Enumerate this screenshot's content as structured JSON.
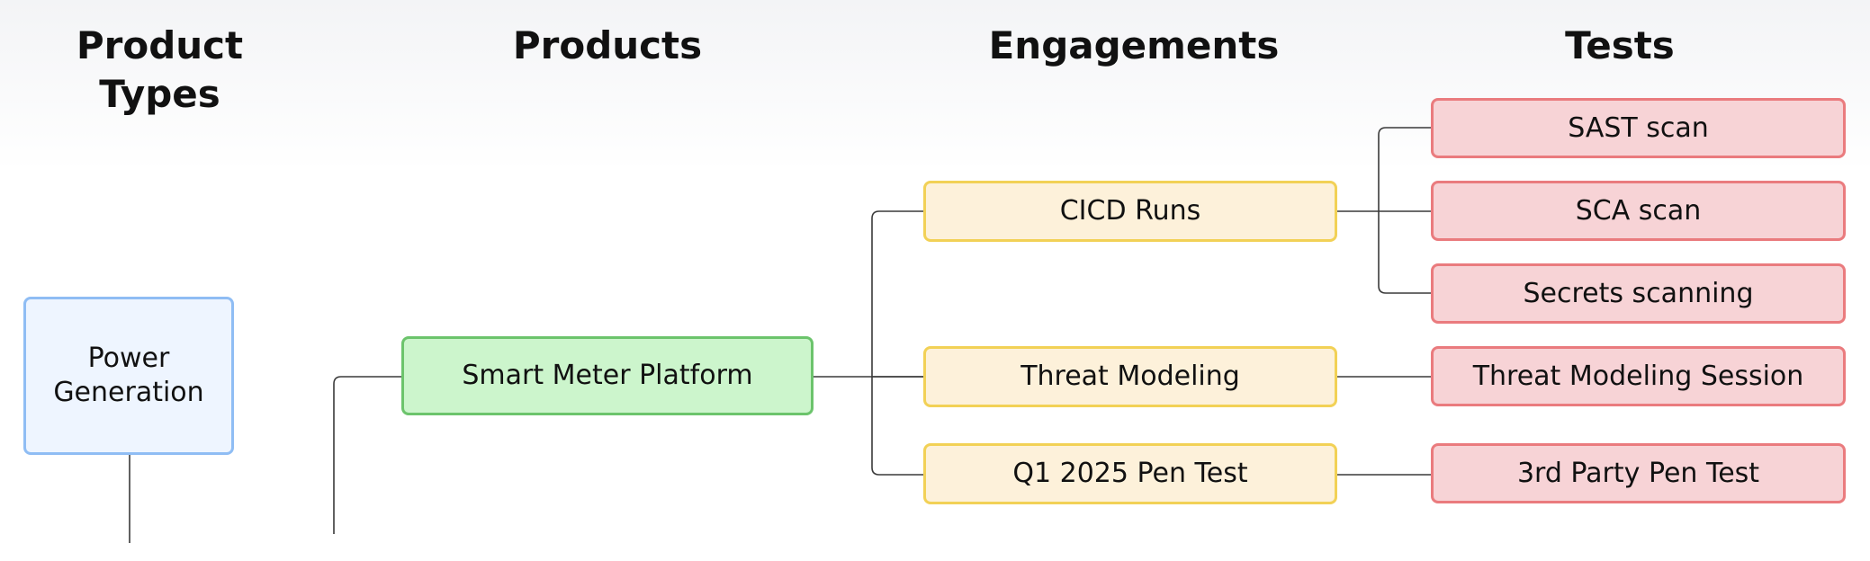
{
  "headers": {
    "product_types": "Product\nTypes",
    "products": "Products",
    "engagements": "Engagements",
    "tests": "Tests"
  },
  "nodes": {
    "product_type": "Power\nGeneration",
    "product": "Smart Meter Platform",
    "engagements": [
      "CICD Runs",
      "Threat Modeling",
      "Q1 2025 Pen Test"
    ],
    "tests": [
      "SAST scan",
      "SCA scan",
      "Secrets scanning",
      "Threat Modeling Session",
      "3rd Party Pen Test"
    ]
  },
  "colors": {
    "product_type_fill": "#eef5ff",
    "product_type_border": "#8fbdf4",
    "product_fill": "#ccf5cc",
    "product_border": "#6cc46c",
    "engagement_fill": "#fdf1da",
    "engagement_border": "#f2d156",
    "test_fill": "#f7d3d6",
    "test_border": "#ea7b7e"
  }
}
